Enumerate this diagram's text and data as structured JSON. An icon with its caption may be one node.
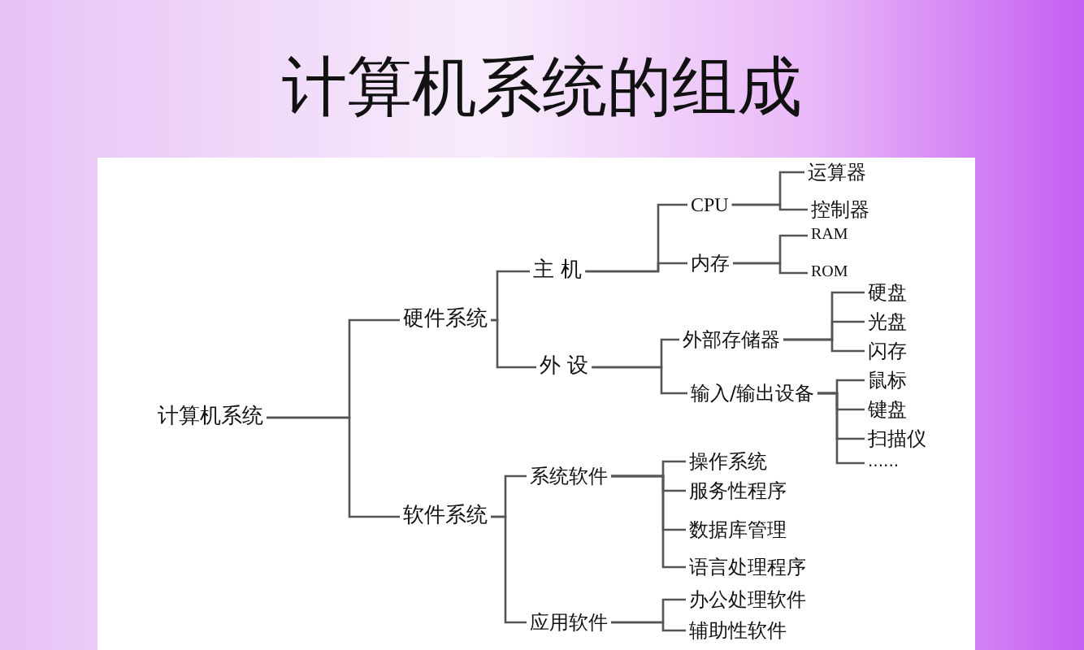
{
  "diagram": {
    "title": "计算机系统的组成",
    "nodes": [
      {
        "text": [
          "计算机系统"
        ]
      },
      {
        "text": [
          "硬件系统"
        ]
      },
      {
        "text": [
          "软件系统"
        ]
      },
      {
        "text": [
          "主 机"
        ]
      },
      {
        "text": [
          "外 设"
        ]
      },
      {
        "text": [
          "CPU"
        ]
      },
      {
        "text": [
          "内存"
        ]
      },
      {
        "text": [
          "运算器"
        ]
      },
      {
        "text": [
          "控制器"
        ]
      },
      {
        "text": [
          "RAM"
        ]
      },
      {
        "text": [
          "ROM"
        ]
      },
      {
        "text": [
          "外部存储器"
        ]
      },
      {
        "text": [
          "输入/输出设备"
        ]
      },
      {
        "text": [
          "硬盘"
        ]
      },
      {
        "text": [
          "光盘"
        ]
      },
      {
        "text": [
          "闪存"
        ]
      },
      {
        "text": [
          "鼠标"
        ]
      },
      {
        "text": [
          "键盘"
        ]
      },
      {
        "text": [
          "扫描仪"
        ]
      },
      {
        "text": [
          "......"
        ]
      },
      {
        "text": [
          "系统软件"
        ]
      },
      {
        "text": [
          "应用软件"
        ]
      },
      {
        "text": [
          "操作系统"
        ]
      },
      {
        "text": [
          "服务性程序"
        ]
      },
      {
        "text": [
          "数据库管理"
        ]
      },
      {
        "text": [
          "语言处理程序"
        ]
      },
      {
        "text": [
          "办公处理软件"
        ]
      },
      {
        "text": [
          "辅助性软件"
        ]
      }
    ],
    "edges": [
      {
        "from": 0,
        "to": 1,
        "arrow": "none"
      },
      {
        "from": 0,
        "to": 2,
        "arrow": "none"
      },
      {
        "from": 1,
        "to": 3,
        "arrow": "none"
      },
      {
        "from": 1,
        "to": 4,
        "arrow": "none"
      },
      {
        "from": 3,
        "to": 5,
        "arrow": "none"
      },
      {
        "from": 3,
        "to": 6,
        "arrow": "none"
      },
      {
        "from": 5,
        "to": 7,
        "arrow": "none"
      },
      {
        "from": 5,
        "to": 8,
        "arrow": "none"
      },
      {
        "from": 6,
        "to": 9,
        "arrow": "none"
      },
      {
        "from": 6,
        "to": 10,
        "arrow": "none"
      },
      {
        "from": 4,
        "to": 11,
        "arrow": "none"
      },
      {
        "from": 4,
        "to": 12,
        "arrow": "none"
      },
      {
        "from": 11,
        "to": 13,
        "arrow": "none"
      },
      {
        "from": 11,
        "to": 14,
        "arrow": "none"
      },
      {
        "from": 11,
        "to": 15,
        "arrow": "none"
      },
      {
        "from": 12,
        "to": 16,
        "arrow": "none"
      },
      {
        "from": 12,
        "to": 17,
        "arrow": "none"
      },
      {
        "from": 12,
        "to": 18,
        "arrow": "none"
      },
      {
        "from": 12,
        "to": 19,
        "arrow": "none"
      },
      {
        "from": 2,
        "to": 20,
        "arrow": "none"
      },
      {
        "from": 2,
        "to": 21,
        "arrow": "none"
      },
      {
        "from": 20,
        "to": 22,
        "arrow": "none"
      },
      {
        "from": 20,
        "to": 23,
        "arrow": "none"
      },
      {
        "from": 20,
        "to": 24,
        "arrow": "none"
      },
      {
        "from": 20,
        "to": 25,
        "arrow": "none"
      },
      {
        "from": 21,
        "to": 26,
        "arrow": "none"
      },
      {
        "from": 21,
        "to": 27,
        "arrow": "none"
      }
    ]
  }
}
